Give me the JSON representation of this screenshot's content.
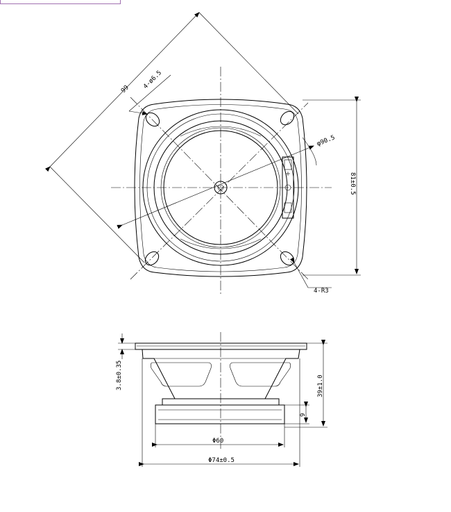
{
  "dimensions": {
    "diagonal": "99",
    "hole_spec": "4-ø6.5",
    "diameter_905": "φ90.5",
    "square_size": "81±0.5",
    "corner_radius": "4-R3",
    "height_top": "3.8±0.35",
    "total_depth": "39±1.0",
    "magnet_h": "9",
    "magnet_dia": "Φ60",
    "cone_dia": "Φ74±0.5"
  },
  "colors": {
    "line": "#000000",
    "frame_tab": "#a070b0"
  }
}
